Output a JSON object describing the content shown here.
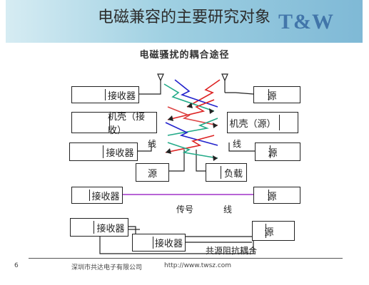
{
  "banner": {
    "title": "电磁兼容的主要研究对象",
    "watermark": "T&W"
  },
  "diagram": {
    "title": "电磁骚扰的耦合途径",
    "labels": {
      "receiver": "接收器",
      "source": "源",
      "chassis_receive": "机壳（接收）",
      "chassis_source": "机壳（源）",
      "load": "负载",
      "line": "线",
      "signal": "传号",
      "common_impedance": "共源阻抗耦合"
    }
  },
  "footer": {
    "page": "6",
    "company": "深圳市共达电子有限公司",
    "url": "http://www.twsz.com"
  },
  "colors": {
    "banner_start": "#d6ecf3",
    "banner_end": "#7fb9d6",
    "signal_line": "#a032c8"
  }
}
